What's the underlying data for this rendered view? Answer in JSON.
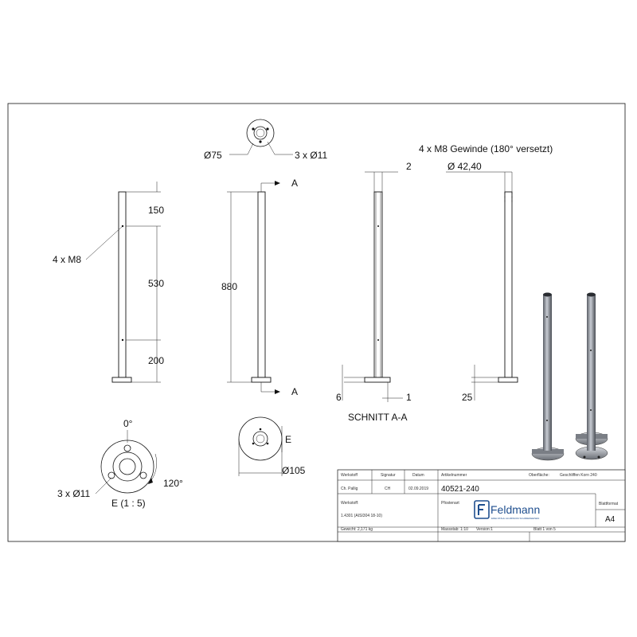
{
  "views": {
    "top_view": {
      "dia_75": "Ø75",
      "holes": "3 x Ø11"
    },
    "front_view": {
      "dim_150": "150",
      "dim_530": "530",
      "dim_200": "200",
      "thread_label": "4 x M8"
    },
    "side_view": {
      "dim_880": "880",
      "section_top": "A",
      "section_bottom": "A"
    },
    "section_view": {
      "title": "SCHNITT A-A",
      "dim_2": "2",
      "dim_6": "6",
      "dim_1": "1"
    },
    "thread_view": {
      "note": "4 x M8 Gewinde (180° versetzt)",
      "dia_4240": "Ø 42,40",
      "dim_25": "25"
    },
    "detail_e": {
      "angle_0": "0°",
      "angle_120": "120°",
      "holes": "3 x Ø11",
      "title": "E (1 : 5)"
    },
    "flange_view": {
      "dia_105": "Ø105",
      "detail_ref": "E"
    }
  },
  "title_block": {
    "col_werkstoff": "Werkstoff",
    "col_signatur": "Signatur",
    "col_datum": "Datum",
    "col_artikelnummer": "Artikelnummer",
    "col_oberflaeche": "Oberfläche:",
    "oberflaeche_value": "Geschliffen Korn 240",
    "ersteller": "Ch. Pallig",
    "signatur": "CH",
    "datum": "02.09.2019",
    "artikelnummer": "40521-240",
    "werkstoff_label": "Werkstoff:",
    "werkstoff_value": "1.4301 (AISI304 18-10)",
    "pfosten_label": "Pfostenart",
    "company": "Feldmann",
    "company_sub": "EDELSTAHL ALUMINIUM SCHMIEDEEISEN",
    "blattformat_label": "Blattformat",
    "blattformat": "A4",
    "gewicht": "Gewicht: 2,171 kg",
    "massstab": "Massstab: 1:10",
    "version": "Version:1",
    "blatt": "Blatt 1 von 5"
  }
}
